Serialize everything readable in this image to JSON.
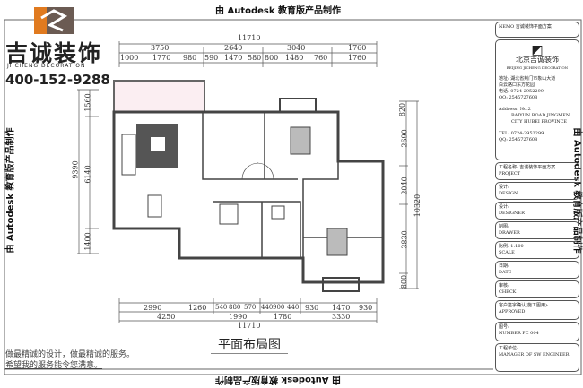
{
  "watermark": "由 Autodesk 教育版产品制作",
  "brand": {
    "name": "吉诚装饰",
    "name_en": "JI CHENG DECORATION",
    "phone": "400-152-9288",
    "accent": "#e07a1f",
    "secondary": "#6b5b53"
  },
  "dimensions": {
    "top_total": "11710",
    "top_mid": [
      "3750",
      "2640",
      "3040",
      "1760"
    ],
    "top_detail": [
      "1000",
      "1770",
      "980",
      "590",
      "1470",
      "580",
      "800",
      "1480",
      "760",
      "1760"
    ],
    "bottom_detail": [
      "2990",
      "1260",
      "540",
      "880",
      "570",
      "440",
      "900",
      "440",
      "930",
      "1470",
      "930"
    ],
    "bottom_mid": [
      "4250",
      "1990",
      "1780",
      "3330"
    ],
    "bottom_total": "11710",
    "left_total": "9390",
    "left_parts": [
      "1560",
      "6140",
      "1400"
    ],
    "right_total": "10320",
    "right_parts": [
      "820",
      "2690",
      "2040",
      "3830",
      "800"
    ]
  },
  "drawing_title": "平面布局图",
  "slogan": [
    "做最精诚的设计，做最精诚的服务。",
    "希望我的服务能令您满意。"
  ],
  "title_block": {
    "memo": "NEMO  吉诚装饰平面方案",
    "company": "北京吉诚装饰",
    "company_sub": "BEIJING JICHENG DECORATION",
    "address": [
      "地址: 湖北省荆门市象山大道",
      "白云路口东方花园",
      "电话: 0724-2952299",
      "QQ: 2545727608"
    ],
    "address_en": [
      "Address: No.2",
      "BAIYUN ROAD JINGMEN",
      "CITY HUBEI PROVINCE"
    ],
    "tel": "TEL: 0724-2952299",
    "qq": "QQ: 2545727608",
    "project": "工程名称: 吉诚装饰平面方案 PROJECT",
    "rows": [
      {
        "cn": "设计:",
        "en": "DESIGN"
      },
      {
        "cn": "设计:",
        "en": "DESIGNER"
      },
      {
        "cn": "制图:",
        "en": "DRAWER"
      },
      {
        "cn": "比例:  1:100",
        "en": "SCALE"
      },
      {
        "cn": "日期:",
        "en": "DATE"
      },
      {
        "cn": "审核:",
        "en": "CHECK"
      },
      {
        "cn": "客户签字确认(施工图用):",
        "en": "APPROVED"
      },
      {
        "cn": "图号:",
        "en": "NUMBER     PC 004"
      },
      {
        "cn": "工程单位:",
        "en": "MANAGER OF SW ENGINEER"
      }
    ]
  }
}
